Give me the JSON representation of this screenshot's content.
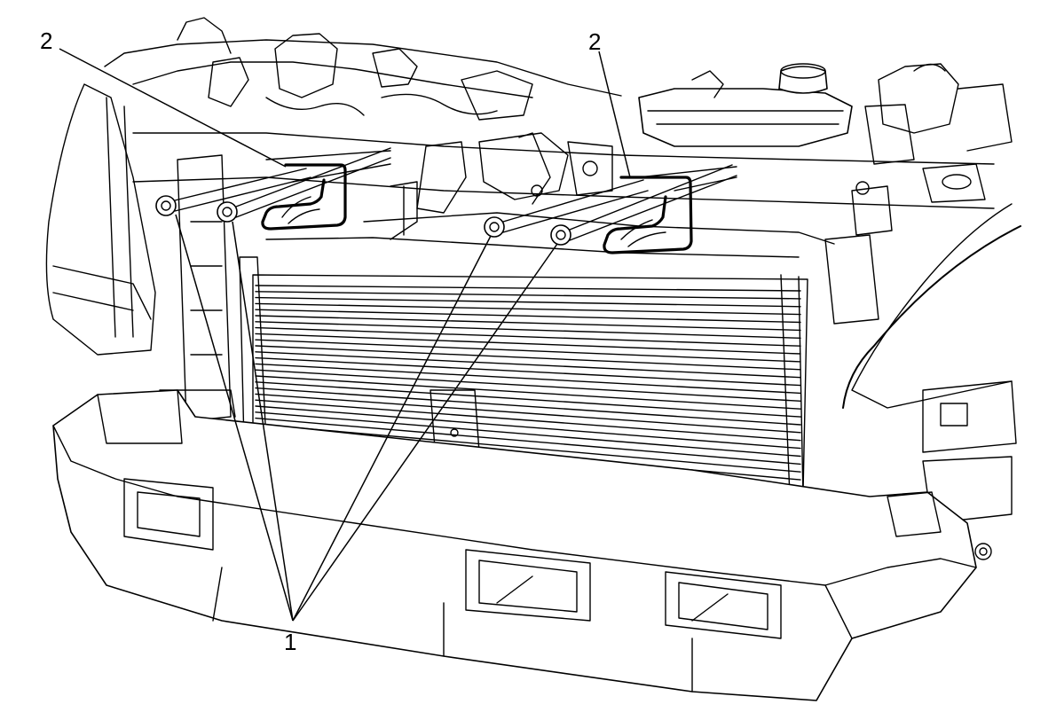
{
  "callouts": {
    "bolts": "1",
    "bracket_left": "2",
    "bracket_right": "2"
  },
  "colors": {
    "line": "#000000",
    "background": "#ffffff"
  }
}
